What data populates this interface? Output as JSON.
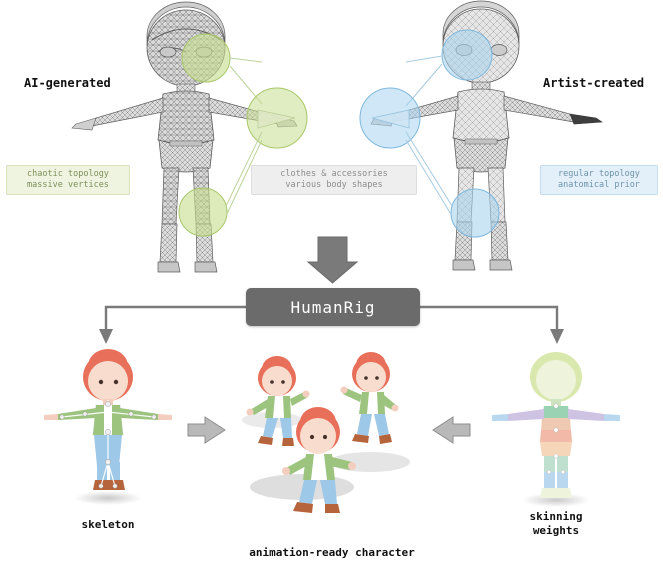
{
  "figure": {
    "title_box": {
      "label": "HumanRig"
    },
    "left_source_label": "AI-generated",
    "right_source_label": "Artist-created",
    "tags": [
      {
        "id": "chaotic-topology",
        "text": "chaotic topology\nmassive vertices",
        "color": "#7d8f5a",
        "bg": "#eef4e0"
      },
      {
        "id": "clothes-accessories",
        "text": "clothes & accessories\nvarious body shapes",
        "color": "#8c8c8c",
        "bg": "#eeeeee"
      },
      {
        "id": "regular-topology",
        "text": "regular topology\nanatomical prior",
        "color": "#6e93ab",
        "bg": "#e3f0f9"
      }
    ],
    "captions": [
      {
        "id": "skeleton",
        "text": "skeleton"
      },
      {
        "id": "animation-ready-character",
        "text": "animation-ready character"
      },
      {
        "id": "skinning-weights",
        "text": "skinning\nweights"
      }
    ],
    "colors": {
      "arrow": "#7a7a7a",
      "box_fill": "#6b6b6b",
      "mesh_dark": "#4a4a4a",
      "highlight_green": "#c6dd8e",
      "highlight_blue": "#a8d3ef",
      "skin": "#f3cdbd",
      "hair": "#e8705a",
      "shirt": "#ffffff",
      "jacket": "#9cc47f",
      "pants": "#9ec8e8",
      "shoes": "#b6643c"
    }
  }
}
